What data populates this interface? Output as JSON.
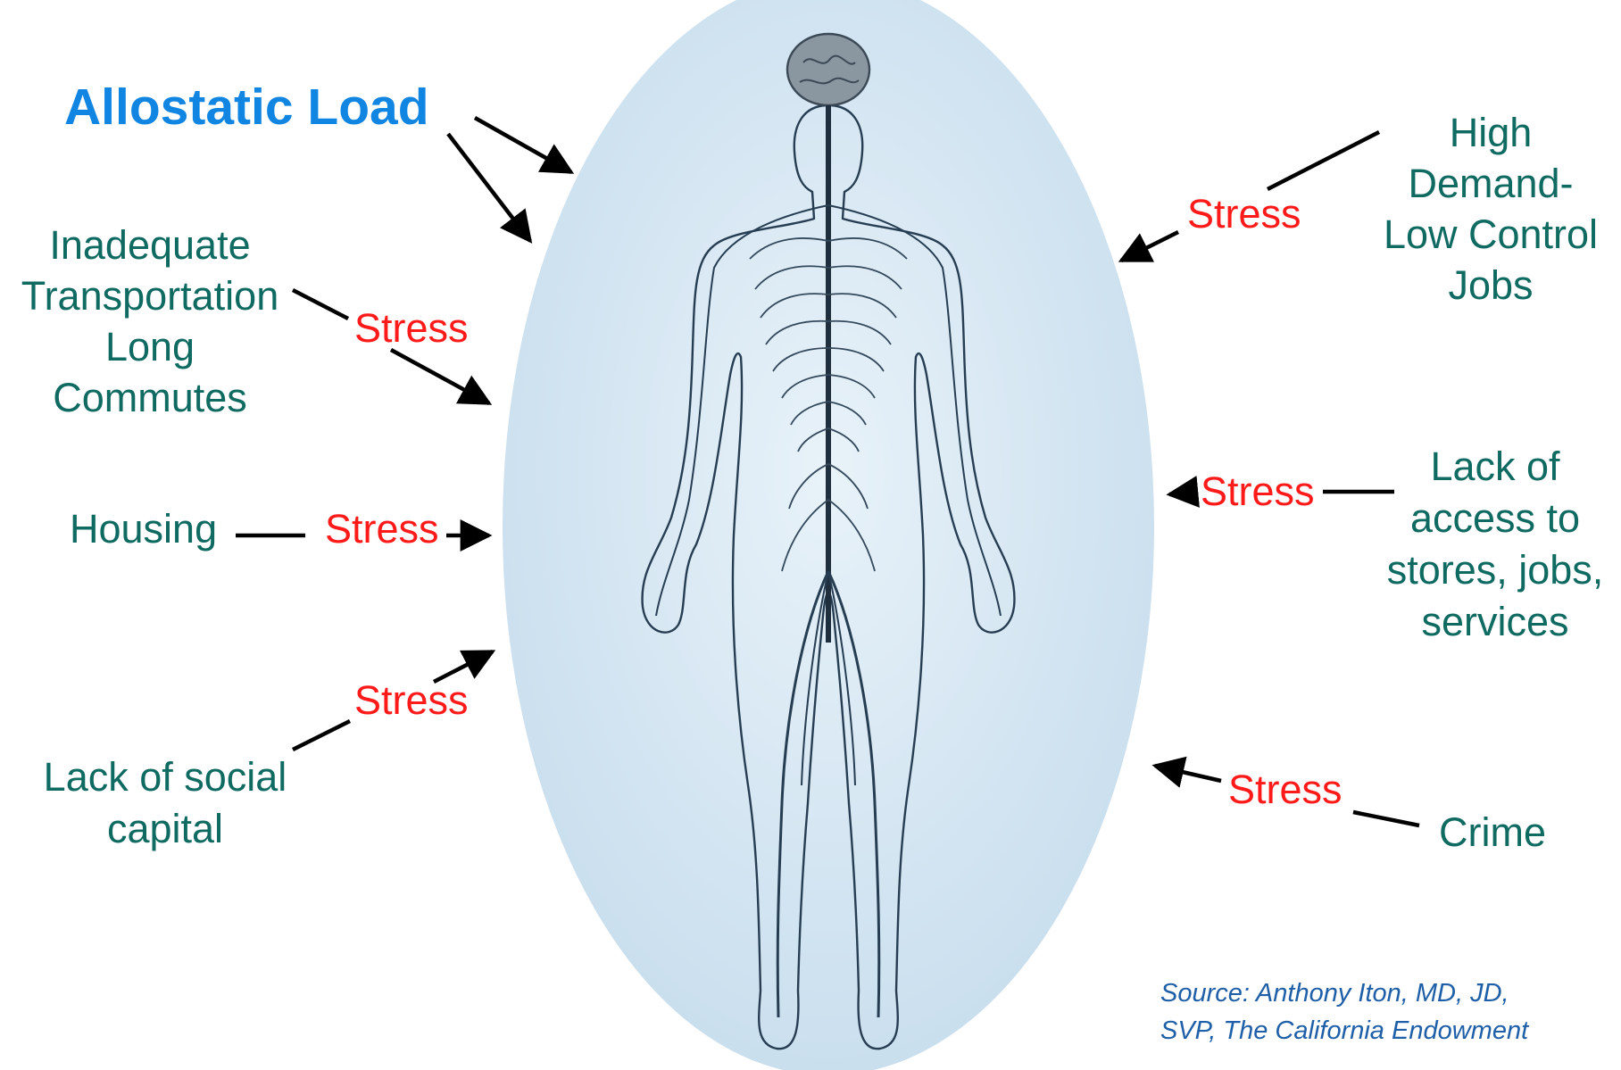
{
  "title": "Allostatic Load",
  "stress_label": "Stress",
  "factors": {
    "transportation": [
      "Inadequate",
      "Transportation",
      "Long",
      "Commutes"
    ],
    "housing": "Housing",
    "social_capital": [
      "Lack of social",
      "capital"
    ],
    "jobs": [
      "High",
      "Demand-",
      "Low Control",
      "Jobs"
    ],
    "access": [
      "Lack of",
      "access to",
      "stores, jobs,",
      "services"
    ],
    "crime": "Crime"
  },
  "source": [
    "Source: Anthony Iton, MD, JD,",
    "SVP, The California Endowment"
  ],
  "colors": {
    "title": "#1185e2",
    "factor_text": "#0f6a62",
    "stress_text": "#ff1a1a",
    "source_text": "#1e5fa8",
    "oval_fill": "#cfe3f1",
    "arrow": "#000000",
    "body_outline": "#263d52"
  },
  "icons": [
    "human-nervous-system-illustration",
    "arrow-icon"
  ]
}
